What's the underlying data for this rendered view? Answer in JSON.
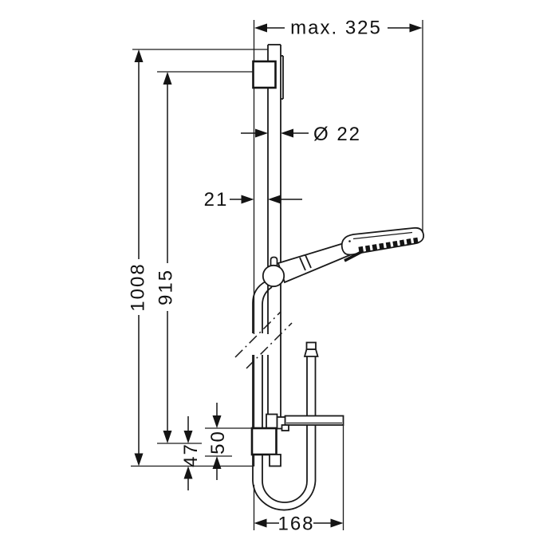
{
  "title": "Shower rail set dimensional drawing",
  "colors": {
    "background": "#ffffff",
    "line": "#1a1a1a",
    "text": "#111111"
  },
  "dimensions": {
    "max_width": {
      "label": "max. 325"
    },
    "bar_diameter": {
      "label": "Ø 22"
    },
    "wall_offset": {
      "label": "21"
    },
    "rail_total_length": {
      "label": "1008"
    },
    "hole_distance": {
      "label": "915"
    },
    "bracket_height": {
      "label": "50"
    },
    "rail_end_offset": {
      "label": "47"
    },
    "hose_loop_width": {
      "label": "168"
    }
  }
}
